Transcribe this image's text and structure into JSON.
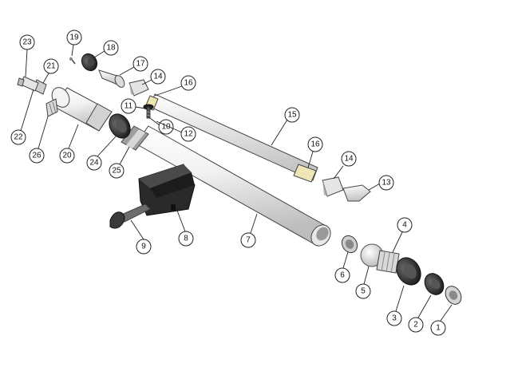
{
  "diagram": {
    "callouts": [
      {
        "id": "c23",
        "label": "23"
      },
      {
        "id": "c19",
        "label": "19"
      },
      {
        "id": "c18",
        "label": "18"
      },
      {
        "id": "c21",
        "label": "21"
      },
      {
        "id": "c17",
        "label": "17"
      },
      {
        "id": "c14a",
        "label": "14"
      },
      {
        "id": "c16a",
        "label": "16"
      },
      {
        "id": "c22",
        "label": "22"
      },
      {
        "id": "c11",
        "label": "11"
      },
      {
        "id": "c15",
        "label": "15"
      },
      {
        "id": "c10",
        "label": "10"
      },
      {
        "id": "c12",
        "label": "12"
      },
      {
        "id": "c26",
        "label": "26"
      },
      {
        "id": "c20",
        "label": "20"
      },
      {
        "id": "c24",
        "label": "24"
      },
      {
        "id": "c25",
        "label": "25"
      },
      {
        "id": "c16b",
        "label": "16"
      },
      {
        "id": "c14b",
        "label": "14"
      },
      {
        "id": "c13",
        "label": "13"
      },
      {
        "id": "c4",
        "label": "4"
      },
      {
        "id": "c9",
        "label": "9"
      },
      {
        "id": "c8",
        "label": "8"
      },
      {
        "id": "c7",
        "label": "7"
      },
      {
        "id": "c6",
        "label": "6"
      },
      {
        "id": "c5",
        "label": "5"
      },
      {
        "id": "c3",
        "label": "3"
      },
      {
        "id": "c2",
        "label": "2"
      },
      {
        "id": "c1",
        "label": "1"
      }
    ]
  }
}
